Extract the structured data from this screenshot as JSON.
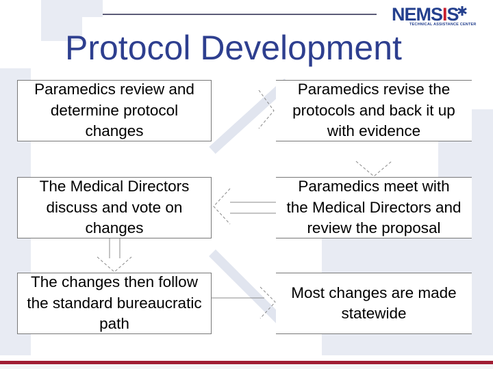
{
  "logo": {
    "text_blue": "NEMS",
    "text_red": "I",
    "text_blue2": "S",
    "tagline": "TECHNICAL ASSISTANCE CENTER"
  },
  "title": "Protocol Development",
  "steps": [
    {
      "id": "paramedics-review",
      "lines": [
        "Paramedics review and",
        "determine protocol",
        "changes"
      ]
    },
    {
      "id": "paramedics-revise",
      "lines": [
        "Paramedics revise the",
        "protocols and back it up",
        "with evidence"
      ]
    },
    {
      "id": "paramedics-meet",
      "lines": [
        "Paramedics meet with",
        "the Medical Directors and",
        "review the proposal"
      ]
    },
    {
      "id": "directors-vote",
      "lines": [
        "The Medical Directors",
        "discuss and vote on",
        "changes"
      ]
    },
    {
      "id": "bureaucratic-path",
      "lines": [
        "The changes then follow",
        "the standard bureaucratic",
        "path"
      ]
    },
    {
      "id": "statewide",
      "lines": [
        "Most changes are made",
        "statewide"
      ]
    }
  ],
  "colors": {
    "title": "#2e3f8f",
    "logo_blue": "#24408e",
    "logo_red": "#c8202f",
    "footer": "#a01d33",
    "box_border": "#777777",
    "arrow": "#888888"
  }
}
